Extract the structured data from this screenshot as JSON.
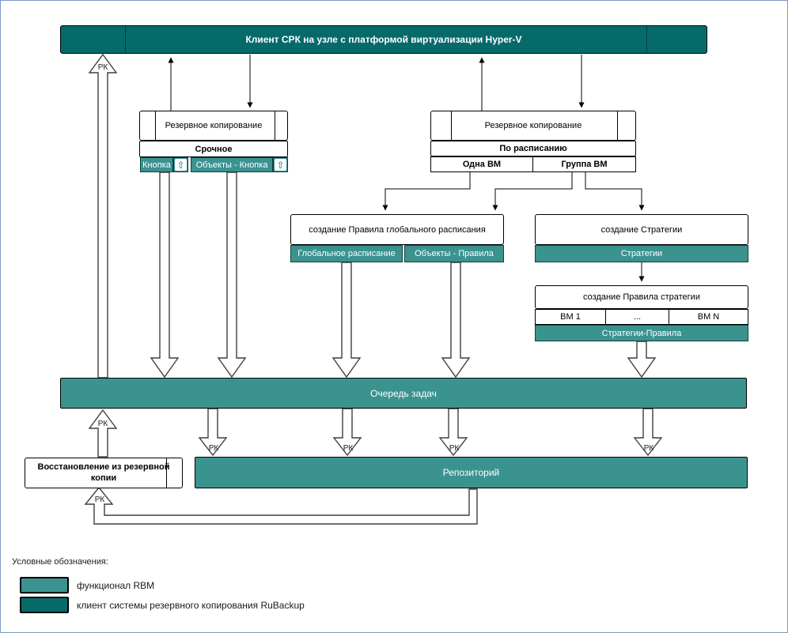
{
  "colors": {
    "rbm_functional": "#3B938F",
    "rubackup_client": "#076A6A",
    "frame_border": "#7B99C4"
  },
  "header": {
    "title": "Клиент СРК на узле с платформой виртуализации Hyper-V"
  },
  "immediate": {
    "header": "Резервное копирование",
    "mode": "Срочное",
    "button": "Кнопка",
    "objects_button": "Объекты - Кнопка"
  },
  "scheduled": {
    "header": "Резервное копирование",
    "mode": "По расписанию",
    "single_vm": "Одна ВМ",
    "vm_group": "Группа ВМ"
  },
  "global_rule": {
    "title": "создание Правила глобального расписания",
    "schedule_tab": "Глобальное расписание",
    "objects_tab": "Объекты - Правила"
  },
  "strategy": {
    "title": "создание Стратегии",
    "tab": "Стратегии"
  },
  "strategy_rule": {
    "title": "создание Правила стратегии",
    "vm1": "ВМ 1",
    "vm_dots": "...",
    "vmN": "ВМ N",
    "tab": "Стратегии-Правила"
  },
  "queue": {
    "label": "Очередь задач"
  },
  "repository": {
    "label": "Репозиторий"
  },
  "restore": {
    "label": "Восстановление из резервной копии"
  },
  "rk": "РК",
  "icons": {
    "up_arrow": "⇧"
  },
  "legend": {
    "title": "Условные обозначения:",
    "items": [
      {
        "label": "функционал RBM",
        "color": "#3B938F"
      },
      {
        "label": "клиент системы резервного копирования RuBackup",
        "color": "#076A6A"
      }
    ]
  }
}
